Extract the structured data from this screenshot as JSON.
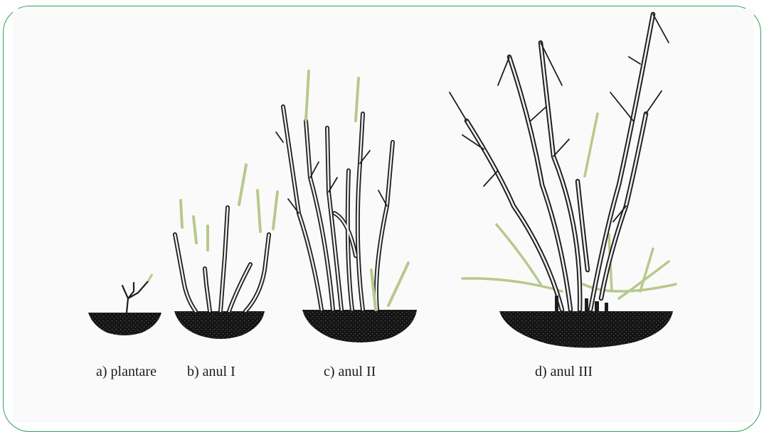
{
  "stages": [
    {
      "label": "a) plantare"
    },
    {
      "label": "b) anul I"
    },
    {
      "label": "c) anul II"
    },
    {
      "label": "d) anul III"
    }
  ],
  "colors": {
    "frame": "#2e9e58",
    "stem": "#1e1e1e",
    "stem_fill": "#eef0f2",
    "new_shoot": "#b7c98b",
    "soil": "#141414"
  }
}
